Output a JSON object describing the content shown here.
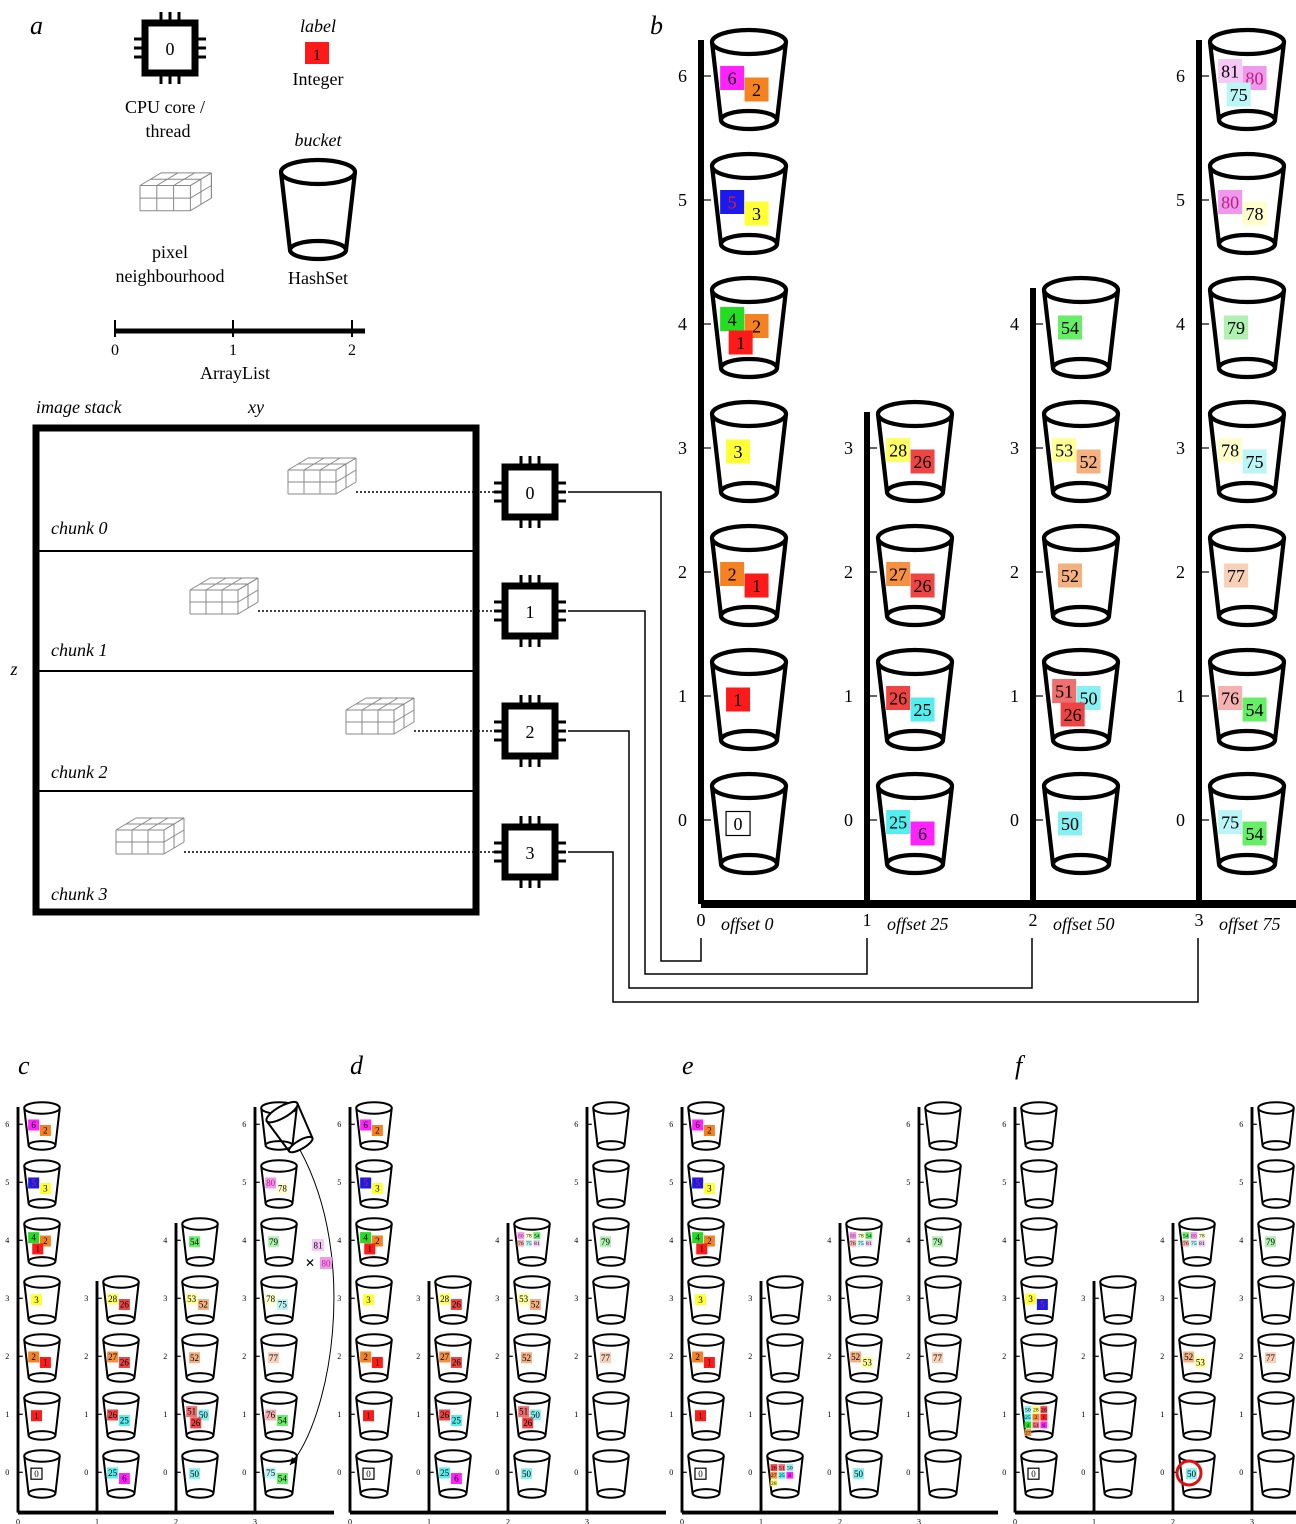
{
  "palette": {
    "0": "#ffffff",
    "1": "#ff1a1a",
    "2": "#f58220",
    "3": "#ffff33",
    "4": "#22dd22",
    "5": "#1a1aee",
    "6": "#ff22ff",
    "25": "#55eeee",
    "26": "#ee4444",
    "27": "#f59040",
    "28": "#ffff66",
    "50": "#88f0f0",
    "51": "#f07070",
    "52": "#f5b080",
    "53": "#ffff99",
    "54": "#66ee66",
    "75": "#bbf5f5",
    "76": "#f5b0b0",
    "77": "#f8d0b8",
    "78": "#ffffcc",
    "79": "#b0f0b0",
    "80": "#ee99ee",
    "81": "#f5c8f5"
  },
  "legend": {
    "panel": "a",
    "cpu_label_line1": "CPU core /",
    "cpu_label_line2": "thread",
    "cpu_chip_text": "0",
    "label_title": "label",
    "label_value": "1",
    "label_caption": "Integer",
    "bucket_title": "bucket",
    "bucket_caption": "HashSet",
    "neigh_line1": "pixel",
    "neigh_line2": "neighbourhood",
    "arraylist_caption": "ArrayList",
    "arraylist_ticks": [
      "0",
      "1",
      "2"
    ]
  },
  "stack": {
    "title": "image stack",
    "xy_label": "xy",
    "z_label": "z",
    "chunks": [
      "chunk 0",
      "chunk 1",
      "chunk 2",
      "chunk 3"
    ],
    "cores": [
      "0",
      "1",
      "2",
      "3"
    ]
  },
  "panel_b": {
    "label": "b",
    "columns": [
      {
        "index": "0",
        "offset": "offset 0",
        "levels": [
          [
            "0"
          ],
          [
            "1"
          ],
          [
            "2",
            "1"
          ],
          [
            "3"
          ],
          [
            "4",
            "2",
            "1"
          ],
          [
            "5",
            "3"
          ],
          [
            "6",
            "2"
          ]
        ]
      },
      {
        "index": "1",
        "offset": "offset 25",
        "levels": [
          [
            "25",
            "6"
          ],
          [
            "26",
            "25"
          ],
          [
            "27",
            "26"
          ],
          [
            "28",
            "26"
          ]
        ]
      },
      {
        "index": "2",
        "offset": "offset 50",
        "levels": [
          [
            "50"
          ],
          [
            "51",
            "50",
            "26"
          ],
          [
            "52"
          ],
          [
            "53",
            "52"
          ],
          [
            "54"
          ]
        ]
      },
      {
        "index": "3",
        "offset": "offset 75",
        "levels": [
          [
            "75",
            "54"
          ],
          [
            "76",
            "54"
          ],
          [
            "77"
          ],
          [
            "78",
            "75"
          ],
          [
            "79"
          ],
          [
            "80",
            "78"
          ],
          [
            "81",
            "80",
            "75"
          ]
        ]
      }
    ]
  },
  "small_panels": [
    {
      "label": "c",
      "columns": [
        {
          "index": "0",
          "levels": [
            [
              "0"
            ],
            [
              "1"
            ],
            [
              "2",
              "1"
            ],
            [
              "3"
            ],
            [
              "4",
              "2",
              "1"
            ],
            [
              "5",
              "3"
            ],
            [
              "6",
              "2"
            ]
          ]
        },
        {
          "index": "1",
          "levels": [
            [
              "25",
              "6"
            ],
            [
              "26",
              "25"
            ],
            [
              "27",
              "26"
            ],
            [
              "28",
              "26"
            ]
          ]
        },
        {
          "index": "2",
          "levels": [
            [
              "50"
            ],
            [
              "51",
              "50",
              "26"
            ],
            [
              "52"
            ],
            [
              "53",
              "52"
            ],
            [
              "54"
            ]
          ]
        },
        {
          "index": "3",
          "levels": [
            [
              "75",
              "54"
            ],
            [
              "76",
              "54"
            ],
            [
              "77"
            ],
            [
              "78",
              "75"
            ],
            [
              "79"
            ],
            [
              "80",
              "78"
            ],
            []
          ]
        }
      ],
      "moving_labels": [
        "81",
        "80"
      ]
    },
    {
      "label": "d",
      "columns": [
        {
          "index": "0",
          "levels": [
            [
              "0"
            ],
            [
              "1"
            ],
            [
              "2",
              "1"
            ],
            [
              "3"
            ],
            [
              "4",
              "2",
              "1"
            ],
            [
              "5",
              "3"
            ],
            [
              "6",
              "2"
            ]
          ]
        },
        {
          "index": "1",
          "levels": [
            [
              "25",
              "6"
            ],
            [
              "26",
              "25"
            ],
            [
              "27",
              "26"
            ],
            [
              "28",
              "26"
            ]
          ]
        },
        {
          "index": "2",
          "levels": [
            [
              "50"
            ],
            [
              "51",
              "50",
              "26"
            ],
            [
              "52"
            ],
            [
              "53",
              "52"
            ],
            [
              "80",
              "78",
              "54",
              "76",
              "75",
              "81"
            ]
          ]
        },
        {
          "index": "3",
          "levels": [
            [],
            [],
            [
              "77"
            ],
            [],
            [
              "79"
            ],
            [],
            []
          ]
        }
      ]
    },
    {
      "label": "e",
      "columns": [
        {
          "index": "0",
          "levels": [
            [
              "0"
            ],
            [
              "1"
            ],
            [
              "2",
              "1"
            ],
            [
              "3"
            ],
            [
              "4",
              "2",
              "1"
            ],
            [
              "5",
              "3"
            ],
            [
              "6",
              "2"
            ]
          ]
        },
        {
          "index": "1",
          "levels": [
            [
              "26",
              "51",
              "50",
              "27",
              "25",
              "6",
              "28"
            ],
            [],
            [],
            []
          ]
        },
        {
          "index": "2",
          "levels": [
            [
              "50"
            ],
            [],
            [
              "52",
              "53"
            ],
            [],
            [
              "80",
              "78",
              "54",
              "76",
              "75",
              "81"
            ]
          ]
        },
        {
          "index": "3",
          "levels": [
            [],
            [],
            [
              "77"
            ],
            [],
            [
              "79"
            ],
            [],
            []
          ]
        }
      ]
    },
    {
      "label": "f",
      "columns": [
        {
          "index": "0",
          "levels": [
            [
              "0"
            ],
            [
              "50",
              "28",
              "26",
              "25",
              "2",
              "1",
              "4",
              "51",
              "6",
              "27"
            ],
            [],
            [
              "3",
              "5"
            ],
            [],
            [],
            []
          ]
        },
        {
          "index": "1",
          "levels": [
            [],
            [],
            [],
            []
          ]
        },
        {
          "index": "2",
          "levels": [
            [
              "50"
            ],
            [],
            [
              "52",
              "53"
            ],
            [],
            [
              "54",
              "80",
              "78",
              "76",
              "75",
              "81"
            ]
          ]
        },
        {
          "index": "3",
          "levels": [
            [],
            [],
            [
              "77"
            ],
            [],
            [
              "79"
            ],
            [],
            []
          ]
        }
      ]
    }
  ]
}
